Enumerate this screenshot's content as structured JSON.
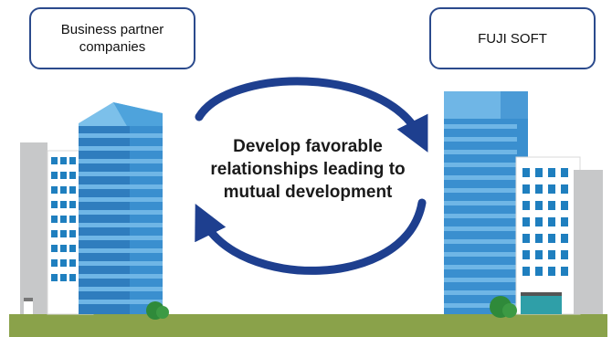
{
  "left_label": "Business partner\ncompanies",
  "right_label": "FUJI SOFT",
  "center_text": "Develop favorable relationships leading to mutual development",
  "colors": {
    "box_border": "#2b4a8c",
    "arrow": "#1e3f8f",
    "ground": "#8aa24a",
    "building_blue": "#3a8fcf",
    "building_light": "#6fb6e6",
    "building_white": "#ffffff",
    "window": "#1f7fbf",
    "gray": "#c7c8c9",
    "tree": "#2f8a3a"
  }
}
